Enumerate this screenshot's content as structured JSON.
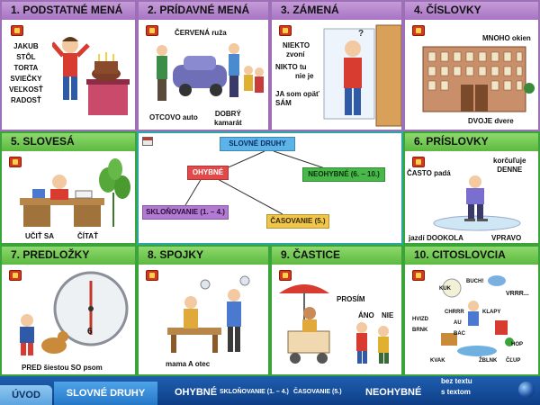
{
  "cells": {
    "c1": {
      "title": "1. PODSTATNÉ MENÁ",
      "words": [
        "JAKUB",
        "STÔL",
        "TORTA",
        "SVIEČKY",
        "VEĽKOSŤ",
        "RADOSŤ"
      ]
    },
    "c2": {
      "title": "2. PRÍDAVNÉ MENÁ",
      "top": "ČERVENÁ ruža",
      "left": "OTCOVO auto",
      "right1": "DOBRÝ",
      "right2": "kamarát"
    },
    "c3": {
      "title": "3. ZÁMENÁ",
      "l1a": "NIEKTO",
      "l1b": "zvoní",
      "l2a": "NIKTO tu",
      "l2b": "nie je",
      "l3a": "JA som opäť",
      "l3b": "SÁM"
    },
    "c4": {
      "title": "4. ČÍSLOVKY",
      "top": "MNOHO okien",
      "bottom": "DVOJE dvere"
    },
    "c5": {
      "title": "5. SLOVESÁ",
      "w1": "UČIŤ SA",
      "w2": "ČÍTAŤ"
    },
    "c6": {
      "title": "6. PRÍSLOVKY",
      "w1": "ČASTO padá",
      "w2a": "korčuľuje",
      "w2b": "DENNE",
      "w3": "jazdí DOOKOLA",
      "w4": "VPRAVO"
    },
    "c7": {
      "title": "7. PREDLOŽKY",
      "caption": "PRED šiestou SO psom",
      "clock_num": "6"
    },
    "c8": {
      "title": "8. SPOJKY",
      "caption": "mama A otec"
    },
    "c9": {
      "title": "9. ČASTICE",
      "w1": "PROSÍM",
      "w2": "ÁNO",
      "w3": "NIE"
    },
    "c10": {
      "title": "10. CITOSLOVCIA",
      "words": [
        "KUK",
        "BUCH!",
        "VRRR...",
        "HVIZD",
        "CHRRR",
        "KLAPY",
        "BRNK",
        "AU",
        "BAC",
        "HOP",
        "KVAK",
        "ŽBLNK",
        "ČĽUP"
      ]
    }
  },
  "diagram": {
    "root": "SLOVNÉ DRUHY",
    "left": "OHYBNÉ",
    "right": "NEOHYBNÉ (6. – 10.)",
    "leaf1": "SKLOŇOVANIE (1. – 4.)",
    "leaf2": "ČASOVANIE (5.)"
  },
  "bottom": {
    "uvod": "ÚVOD",
    "druhy": "SLOVNÉ DRUHY",
    "ohybne": "OHYBNÉ",
    "sklon": "SKLOŇOVANIE (1. – 4.)",
    "cas": "ČASOVANIE (5.)",
    "neohybne": "NEOHYBNÉ",
    "bez": "bez textu",
    "s": "s textom"
  },
  "colors": {
    "purple": "#a774c3",
    "green": "#5cb93f",
    "teal": "#2aa7a0",
    "nav": "#0e3e86",
    "accent": "#2478c8"
  }
}
